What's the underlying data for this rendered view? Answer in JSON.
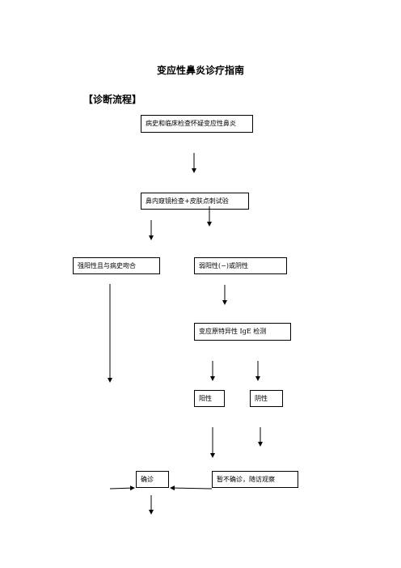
{
  "title": "变应性鼻炎诊疗指南",
  "section_heading": "【诊断流程】",
  "boxes": {
    "history": "病史和临床检查怀疑变应性鼻炎",
    "endoscopy": "鼻内窥镜检查+皮肤点刺试验",
    "strong_positive": "强阳性且与病史吻合",
    "weak_negative": "弱阳性(−)或阴性",
    "ige_test": "变应原特异性 IgE 检测",
    "positive": "阳性",
    "negative": "阴性",
    "confirmed": "确诊",
    "followup": "暂不确诊，随访观察"
  }
}
